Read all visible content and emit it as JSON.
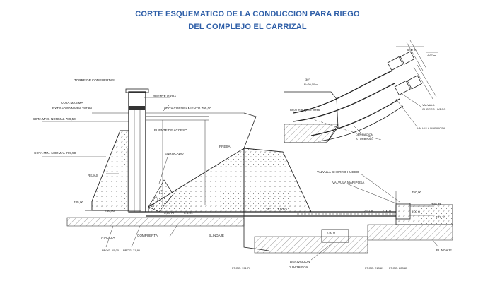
{
  "title_line1": "CORTE ESQUEMATICO DE LA CONDUCCION PARA RIEGO",
  "title_line2": "DEL COMPLEJO EL CARRIZAL",
  "labels": {
    "torre": "TORRE DE COMPUERTAS",
    "puente_grua": "PUENTE GRUA",
    "cota_max_extra_1": "COTA MAXIMA",
    "cota_max_extra_2": "EXTRAORDINARIA 787,60",
    "cota_coronamiento": "COTA CORONAMIENTO 790,00",
    "cota_max_normal": "COTA MAX. NORMAL 789,50",
    "puente_acceso": "PUENTE DE ACCESO",
    "enrocado": "ENROCADO",
    "presa": "PRESA",
    "cota_min_normal": "COTA MIN. NORMAL 769,50",
    "rejas": "REJAS",
    "cota_745": "745,00",
    "cota_746": "746,00",
    "dim_350": "3,50 m",
    "pendiente": "i=0.01",
    "ataguia": "ATAGUIA",
    "compuerta": "COMPUERTA",
    "blindaje": "BLINDAJE",
    "prog_1": "PROG. 15,00",
    "prog_2": "PROG. 21,80",
    "angle_26": "26°",
    "dim_350b": "3,50 m",
    "valv_chorro": "VALVULA CHORRO HUECO",
    "valv_mariposa": "VALVULA MARIPOSA",
    "dim_290": "2,90 m",
    "dim_200": "2,00 m",
    "cota_750": "750,00",
    "cota_74075": "740,75",
    "cota_74210": "742,10",
    "dim_300": "3,00 m",
    "dim_250": "2,50 m",
    "blindaje2": "BLINDAJE",
    "derivacion_1": "DERIVACION",
    "derivacion_2": "A TURBINAS",
    "prog_3": "PROG. 191,70",
    "prog_4": "PROG. 213,81",
    "prog_5": "PROG. 223,85",
    "det_angle": "30°",
    "det_r": "R=20,00 m",
    "det_eje": "68,00 m al eje de presa",
    "det_deriv_1": "DERIVACION",
    "det_deriv_2": "A TURBINAS",
    "det_valv_chorro_1": "VALVULA",
    "det_valv_chorro_2": "CHORRO HUECO",
    "det_valv_mariposa": "VALVULA MARIPOSA",
    "det_dim_1": "6,00 m",
    "det_dim_2": "4,67 m"
  }
}
